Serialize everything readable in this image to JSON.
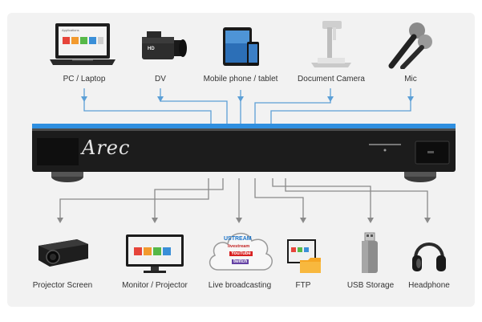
{
  "colors": {
    "wire": "#5b9fd6",
    "wire_out": "#8a8a8a",
    "device_body": "#1c1c1c",
    "accent_blue": "#2f8fe0"
  },
  "brand": {
    "logo_text": "Arec"
  },
  "inputs": [
    {
      "label": "PC / Laptop",
      "icon": "laptop-icon",
      "screen_text": "Applications"
    },
    {
      "label": "DV",
      "icon": "camcorder-icon",
      "badge": "HD"
    },
    {
      "label": "Mobile phone / tablet",
      "icon": "tablet-phone-icon"
    },
    {
      "label": "Document Camera",
      "icon": "document-camera-icon"
    },
    {
      "label": "Mic",
      "icon": "microphone-icon"
    }
  ],
  "outputs": [
    {
      "label": "Projector Screen",
      "icon": "projector-icon"
    },
    {
      "label": "Monitor / Projector",
      "icon": "monitor-icon"
    },
    {
      "label": "Live broadcasting",
      "icon": "cloud-icon",
      "services": [
        "USTREAM",
        "livestream",
        "YouTube",
        "twitch"
      ]
    },
    {
      "label": "FTP",
      "icon": "ftp-folder-icon"
    },
    {
      "label": "USB Storage",
      "icon": "usb-drive-icon"
    },
    {
      "label": "Headphone",
      "icon": "headphone-icon"
    }
  ]
}
